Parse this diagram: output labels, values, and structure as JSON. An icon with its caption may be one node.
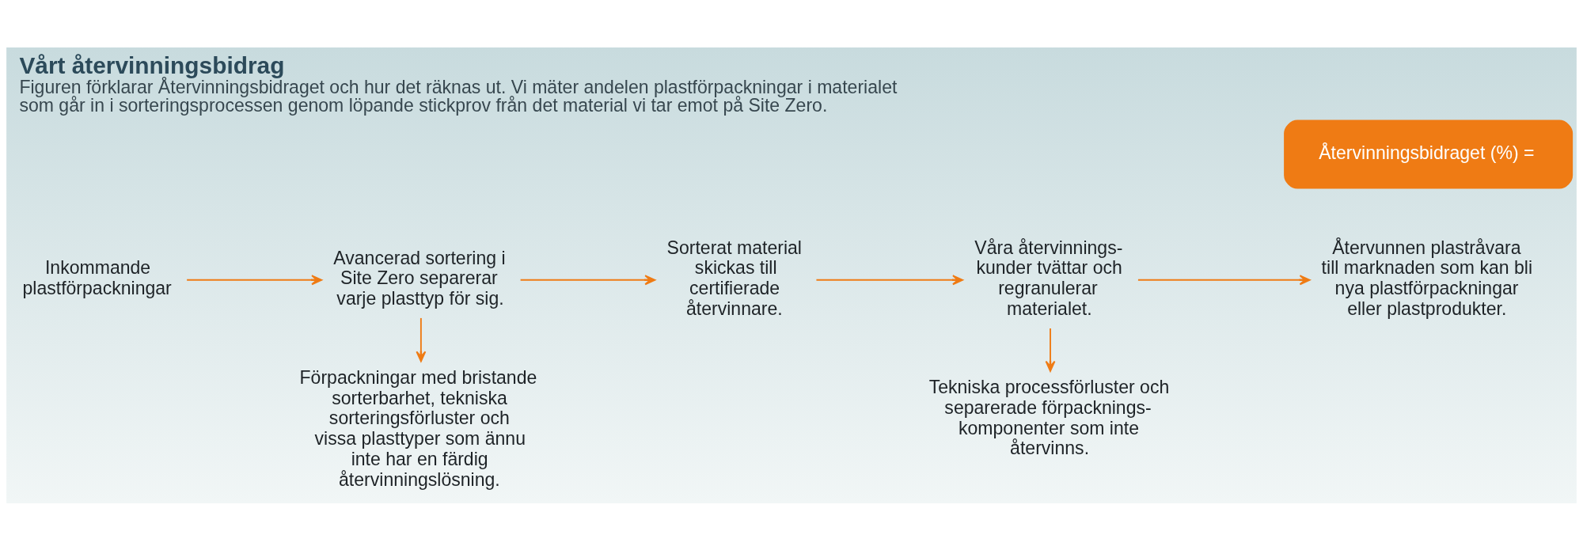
{
  "diagram": {
    "title": "Vårt återvinningsbidrag",
    "caption": "Figuren förklarar Återvinningsbidraget och hur det räknas ut. Vi mäter andelen plastförpackningar i materialet som går in i sorteringsprocessen genom löpande stickprov från det material vi tar emot på Site Zero.",
    "nodes": [
      {
        "text": [
          "Återvinningsbidraget (%) ="
        ]
      },
      {
        "text": [
          "Inkommande plastförpackningar"
        ]
      },
      {
        "text": [
          "Avancerad sortering i Site Zero separerar varje plasttyp för sig."
        ]
      },
      {
        "text": [
          "Sorterat material skickas till certifierade återvinnare."
        ]
      },
      {
        "text": [
          "Våra återvinnings- kunder tvättar och regranulerar materialet."
        ]
      },
      {
        "text": [
          "Återvunnen plastråvara till marknaden som kan bli nya plastförpackningar eller plastprodukter."
        ]
      },
      {
        "text": [
          "Förpackningar med bristande sorterbarhet, tekniska sorteringsförluster och vissa plasttyper som ännu inte har en färdig återvinningslösning."
        ]
      },
      {
        "text": [
          "Tekniska processförluster och separerade förpacknings- komponenter som inte återvinns."
        ]
      }
    ],
    "edges": [
      {
        "from": 1,
        "to": 2,
        "arrow": "to"
      },
      {
        "from": 2,
        "to": 3,
        "arrow": "to"
      },
      {
        "from": 3,
        "to": 4,
        "arrow": "to"
      },
      {
        "from": 4,
        "to": 5,
        "arrow": "to"
      },
      {
        "from": 2,
        "to": 6,
        "arrow": "to"
      },
      {
        "from": 4,
        "to": 7,
        "arrow": "to"
      }
    ]
  }
}
